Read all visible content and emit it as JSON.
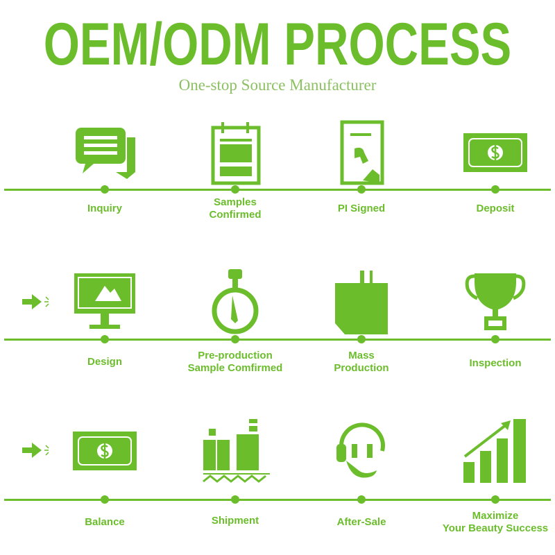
{
  "title": "OEM/ODM PROCESS",
  "subtitle": "One-stop Source Manufacturer",
  "accent_color": "#6bbd2c",
  "rows": [
    {
      "steps": [
        {
          "label": "Inquiry",
          "icon": "chat-bubbles-icon"
        },
        {
          "label": "Samples\nConfirmed",
          "icon": "notepad-icon"
        },
        {
          "label": "PI Signed",
          "icon": "signed-document-icon"
        },
        {
          "label": "Deposit",
          "icon": "banknote-icon"
        }
      ]
    },
    {
      "steps": [
        {
          "label": "Design",
          "icon": "monitor-design-icon"
        },
        {
          "label": "Pre-production\nSample Comfirmed",
          "icon": "stopwatch-icon"
        },
        {
          "label": "Mass\nProduction",
          "icon": "box-icon"
        },
        {
          "label": "Inspection",
          "icon": "trophy-icon"
        }
      ]
    },
    {
      "steps": [
        {
          "label": "Balance",
          "icon": "banknote-icon"
        },
        {
          "label": "Shipment",
          "icon": "cargo-ship-icon"
        },
        {
          "label": "After-Sale",
          "icon": "headset-icon"
        },
        {
          "label": "Maximize\nYour Beauty Success",
          "icon": "growth-chart-icon"
        }
      ]
    }
  ]
}
